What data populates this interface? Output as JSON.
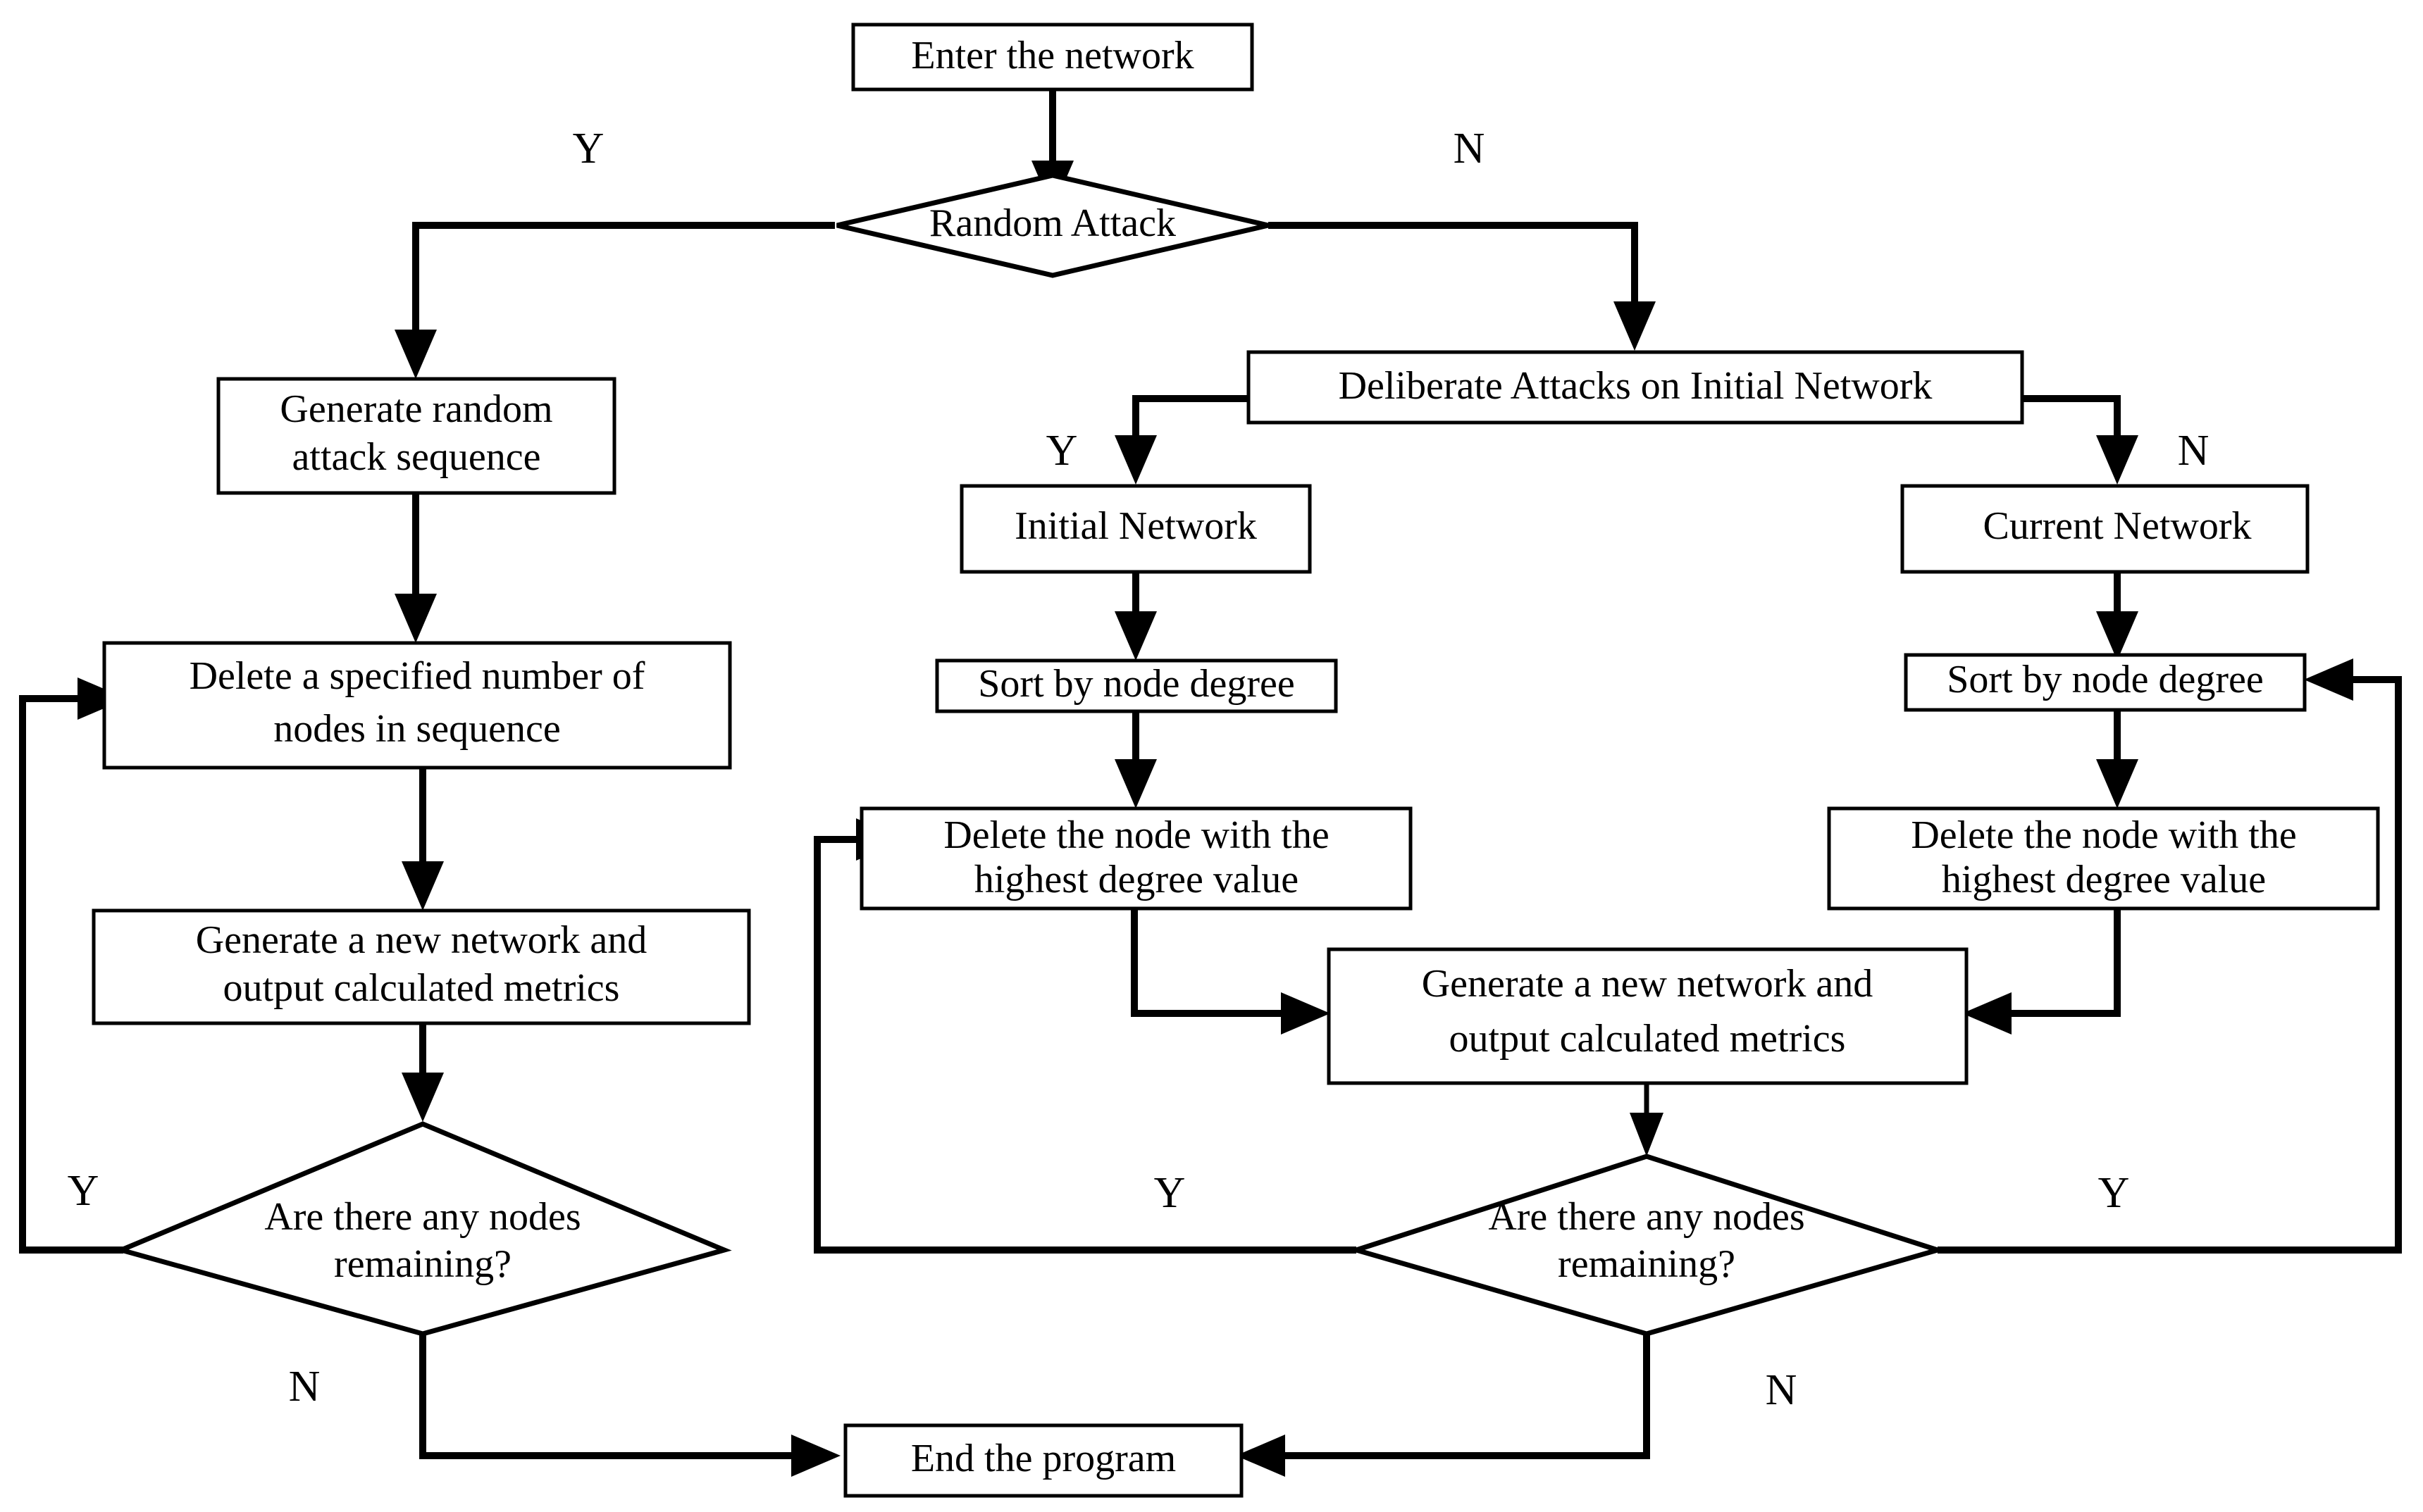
{
  "diagram": {
    "title": "Network attack simulation flowchart",
    "background_color": "#ffffff",
    "line_color": "#000000",
    "box_fill": "#ffffff"
  },
  "nodes": {
    "enter_network": "Enter the network",
    "random_attack": "Random Attack",
    "generate_random_sequence_line1": "Generate random",
    "generate_random_sequence_line2": "attack sequence",
    "delete_specified_line1": "Delete a specified number of",
    "delete_specified_line2": "nodes in sequence",
    "generate_left_line1": "Generate a new network and",
    "generate_left_line2": "output calculated metrics",
    "nodes_remaining_left_line1": "Are there any nodes",
    "nodes_remaining_left_line2": "remaining?",
    "deliberate_attacks": "Deliberate Attacks on Initial Network",
    "initial_network": "Initial Network",
    "current_network": "Current Network",
    "sort_mid": "Sort by node degree",
    "sort_right": "Sort by node degree",
    "delete_highest_mid_line1": "Delete the node with the",
    "delete_highest_mid_line2": "highest degree value",
    "delete_highest_right_line1": "Delete the node with the",
    "delete_highest_right_line2": "highest degree value",
    "generate_mid_line1": "Generate a new network and",
    "generate_mid_line2": "output calculated metrics",
    "nodes_remaining_right_line1": "Are there any nodes",
    "nodes_remaining_right_line2": "remaining?",
    "end_program": "End the program"
  },
  "branch_labels": {
    "random_attack_yes": "Y",
    "random_attack_no": "N",
    "deliberate_yes": "Y",
    "deliberate_no": "N",
    "left_loop_yes": "Y",
    "left_loop_no": "N",
    "right_decision_yes_left": "Y",
    "right_decision_yes_right": "Y",
    "right_decision_no": "N"
  }
}
